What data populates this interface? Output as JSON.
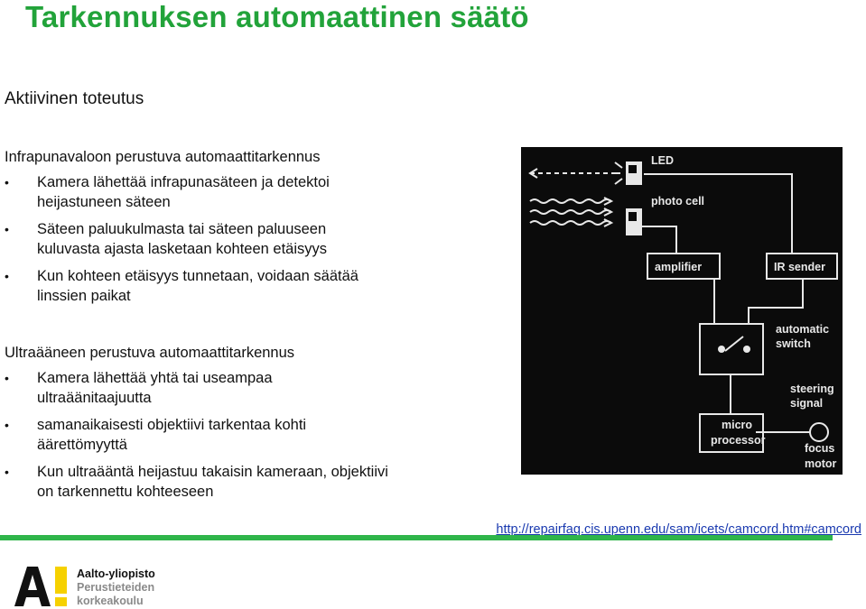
{
  "title": "Tarkennuksen automaattinen säätö",
  "subtitle": "Aktiivinen toteutus",
  "sections": [
    {
      "heading": "Infrapunavaloon perustuva automaattitarkennus",
      "bullets": [
        {
          "line1": "Kamera lähettää infrapunasäteen ja detektoi",
          "line2": "heijastuneen säteen"
        },
        {
          "line1": "Säteen paluukulmasta tai säteen paluuseen",
          "line2": "kuluvasta ajasta lasketaan kohteen etäisyys"
        },
        {
          "line1": "Kun kohteen etäisyys tunnetaan, voidaan säätää",
          "line2": "linssien paikat"
        }
      ]
    },
    {
      "heading": "Ultraääneen perustuva automaattitarkennus",
      "bullets": [
        {
          "line1": "Kamera lähettää yhtä tai useampaa",
          "line2": "ultraäänitaajuutta"
        },
        {
          "line1": "samanaikaisesti objektiivi tarkentaa kohti",
          "line2": "äärettömyyttä"
        },
        {
          "line1": "Kun ultraääntä heijastuu takaisin kameraan, objektiivi",
          "line2": "on tarkennettu kohteeseen"
        }
      ]
    }
  ],
  "diagram": {
    "labels": {
      "led": "LED",
      "photo_cell": "photo cell",
      "amplifier": "amplifier",
      "ir_sender": "IR sender",
      "automatic_switch_1": "automatic",
      "automatic_switch_2": "switch",
      "steering_signal_1": "steering",
      "steering_signal_2": "signal",
      "micro_processor_1": "micro",
      "micro_processor_2": "processor",
      "focus_motor_1": "focus",
      "focus_motor_2": "motor"
    }
  },
  "source_link": "http://repairfaq.cis.upenn.edu/sam/icets/camcord.htm#camcord",
  "logo": {
    "mark": "A!",
    "line1": "Aalto-yliopisto",
    "line2": "Perustieteiden",
    "line3": "korkeakoulu"
  },
  "colors": {
    "title_green": "#22a33a",
    "bar_green": "#2fb54a",
    "link_blue": "#1a3ab0",
    "logo_yellow": "#f6d100"
  }
}
